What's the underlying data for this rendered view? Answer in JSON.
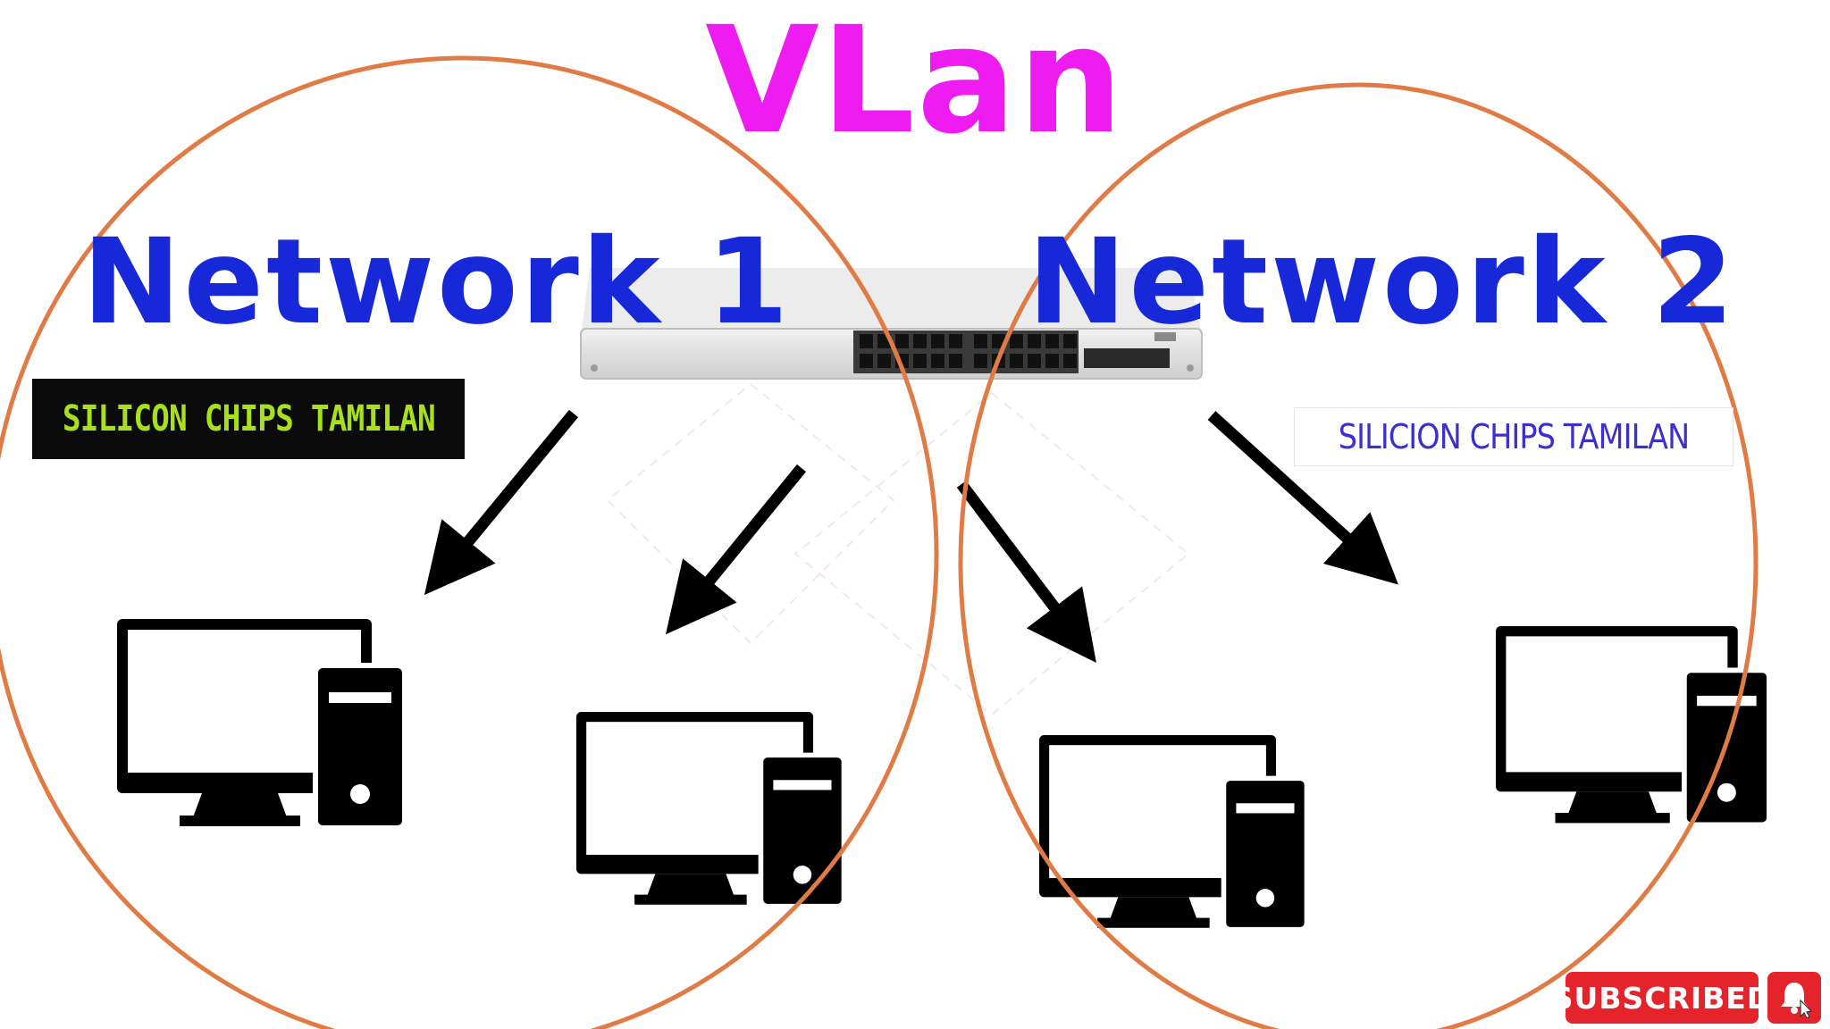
{
  "title": "VLan",
  "networks": [
    {
      "label": "Network 1"
    },
    {
      "label": "Network 2"
    }
  ],
  "watermarks": {
    "left": "SILICON CHIPS TAMILAN",
    "right": "SILICION CHIPS TAMILAN"
  },
  "subscribe": {
    "label": "SUBSCRIBED"
  },
  "icons": [
    "network-switch-icon",
    "desktop-computer-icon",
    "arrow-icon",
    "bell-icon",
    "cursor-hand-icon"
  ],
  "colors": {
    "title": "#ee1cf0",
    "network_label": "#1628d8",
    "circle": "#e07b45",
    "watermark_left": "#a8e01c",
    "watermark_right": "#3b2fd0",
    "subscribe_bg": "#e5232a",
    "ink": "#000000"
  }
}
